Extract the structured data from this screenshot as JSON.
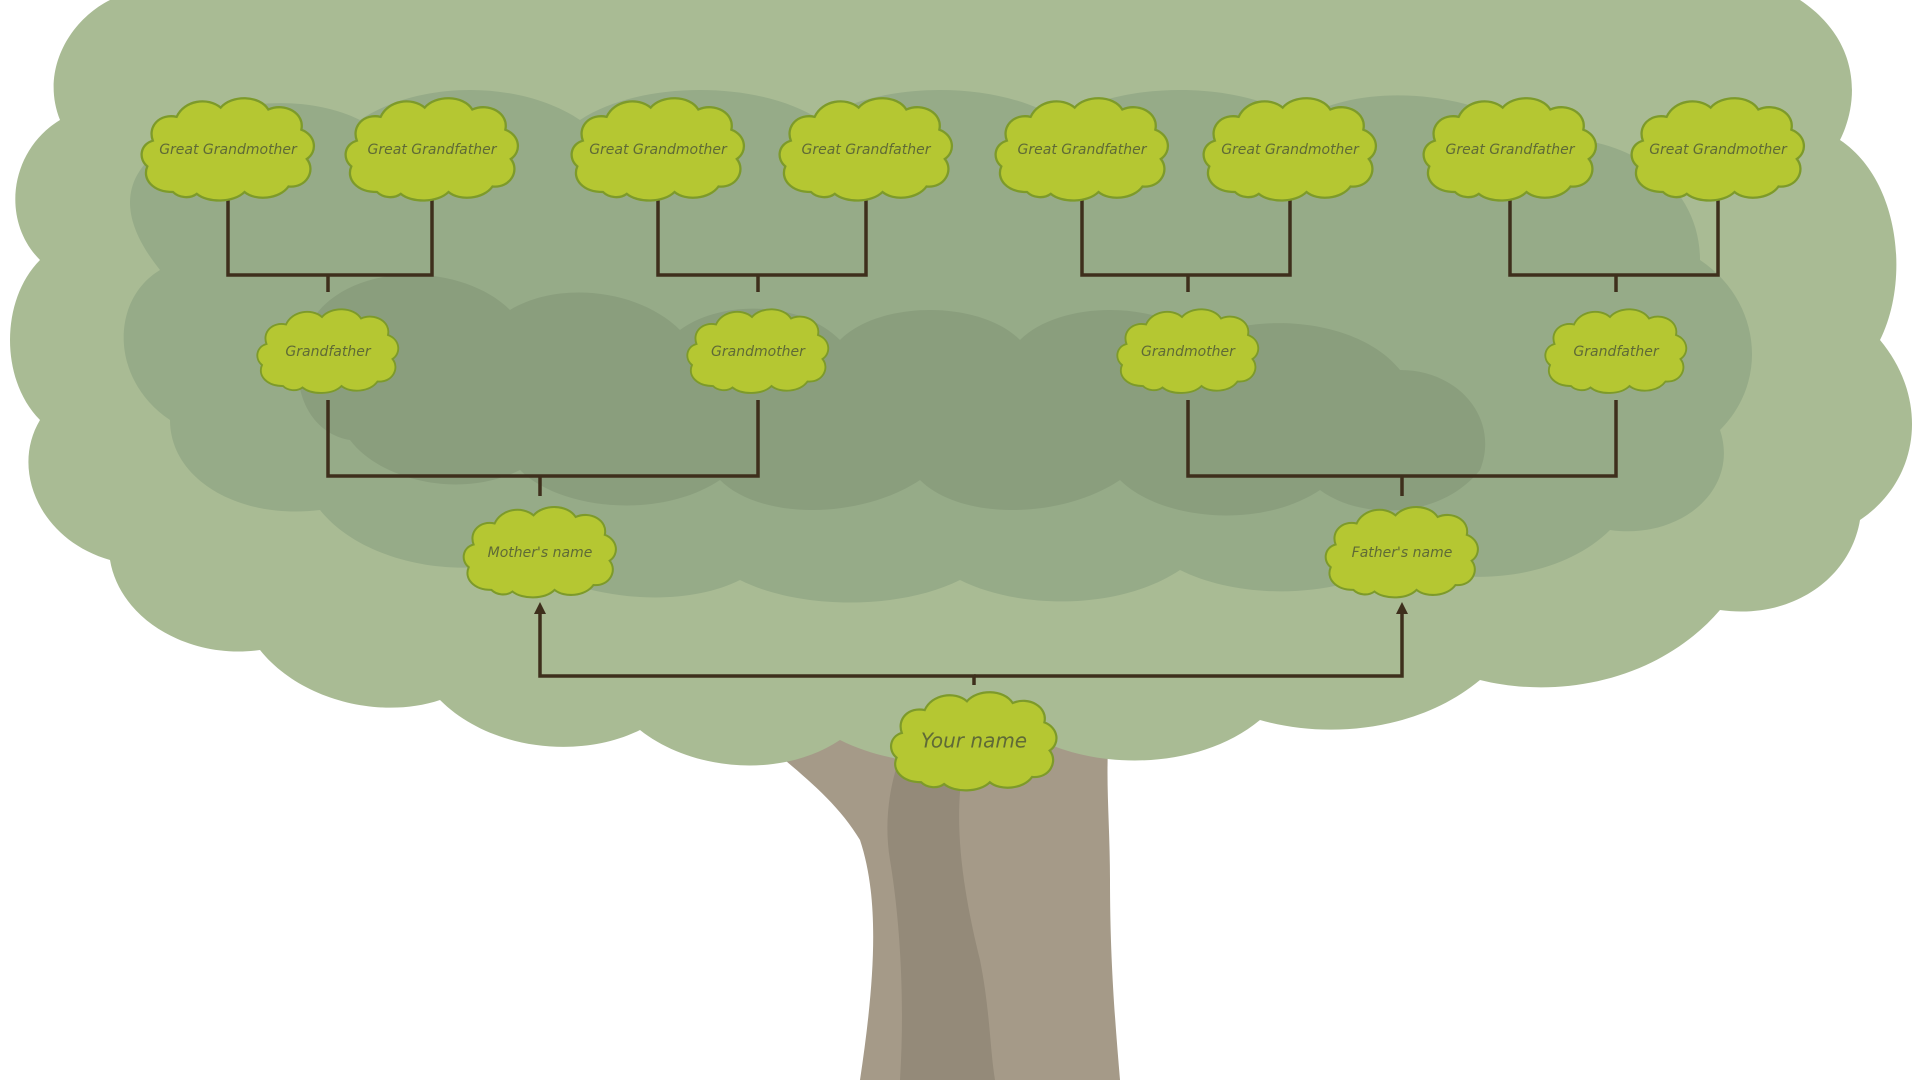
{
  "tree": {
    "self": "Your name",
    "parents": {
      "mother": "Mother's name",
      "father": "Father's name"
    },
    "grandparents": [
      "Grandfather",
      "Grandmother",
      "Grandmother",
      "Grandfather"
    ],
    "great_grandparents": [
      "Great Grandmother",
      "Great Grandfather",
      "Great Grandmother",
      "Great Grandfather",
      "Great Grandfather",
      "Great Grandmother",
      "Great Grandfather",
      "Great Grandmother"
    ]
  },
  "colors": {
    "cloud_fill": "#b5c732",
    "cloud_stroke": "#7d9a2a",
    "label": "#5f6a36",
    "connector": "#3e2f1c",
    "foliage_light": "#a9bb94",
    "foliage_mid": "#96ab88",
    "foliage_dark": "#86997a",
    "trunk": "#a59a88",
    "trunk_dark": "#948a79"
  }
}
